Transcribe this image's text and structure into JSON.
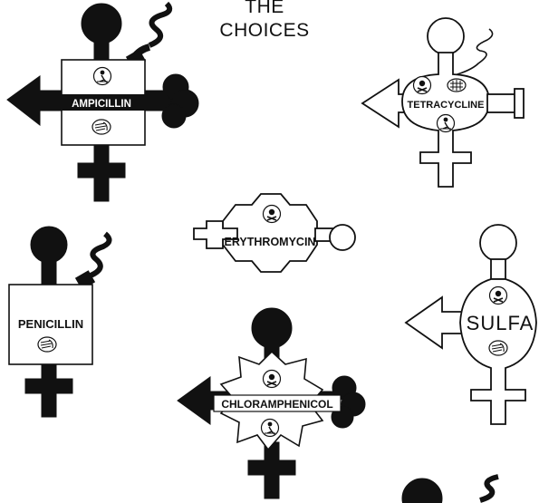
{
  "title": {
    "line1": "THE",
    "line2": "CHOICES"
  },
  "drugs": [
    {
      "label": "AMPICILLIN",
      "icons": [
        "person-icon",
        "hand-icon"
      ],
      "style": "solid"
    },
    {
      "label": "TETRACYCLINE",
      "icons": [
        "skull-icon",
        "tooth-icon",
        "person-icon"
      ],
      "style": "outline"
    },
    {
      "label": "ERYTHROMYCIN",
      "icons": [
        "skull-icon"
      ],
      "style": "outline"
    },
    {
      "label": "PENICILLIN",
      "icons": [
        "hand-icon"
      ],
      "style": "solid"
    },
    {
      "label": "SULFA",
      "icons": [
        "skull-icon",
        "hand-icon"
      ],
      "style": "outline"
    },
    {
      "label": "CHLORAMPHENICOL",
      "icons": [
        "skull-icon",
        "person-icon"
      ],
      "style": "solid"
    }
  ],
  "colors": {
    "ink": "#111111",
    "paper": "#ffffff"
  }
}
